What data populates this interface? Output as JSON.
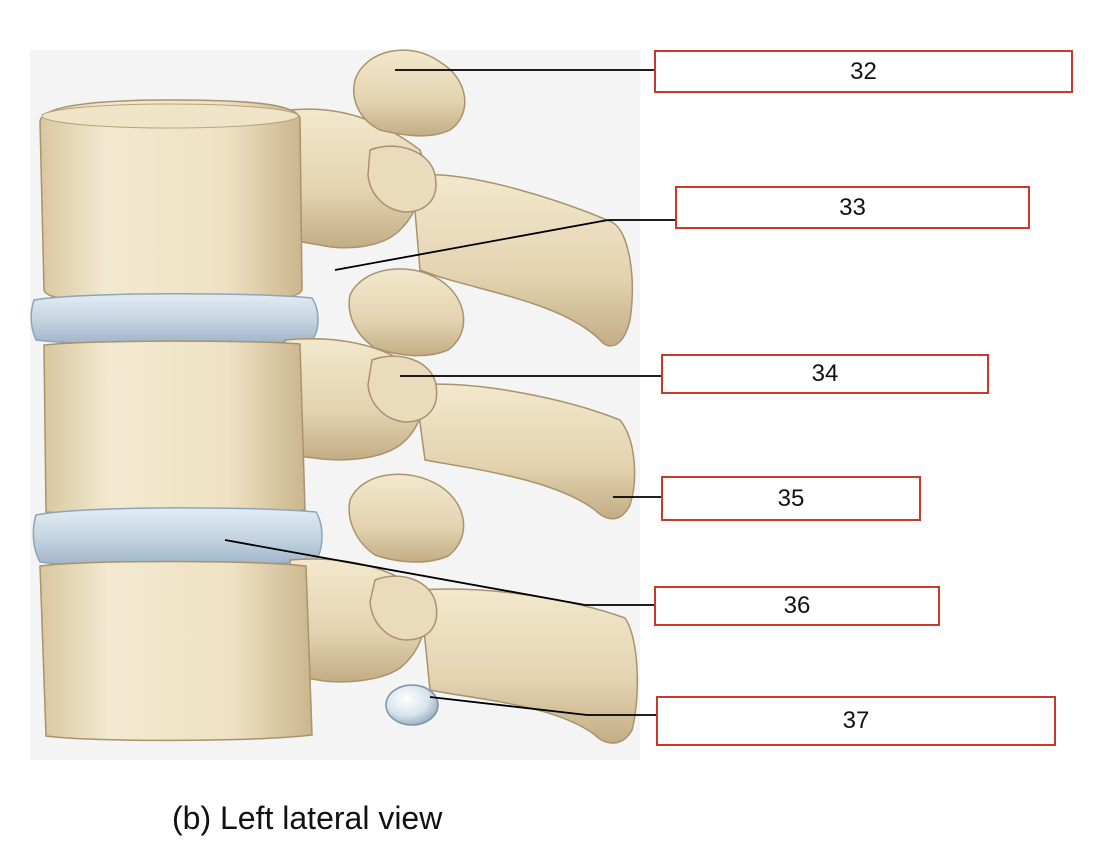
{
  "caption": "(b) Left lateral view",
  "labels": [
    "32",
    "33",
    "34",
    "35",
    "36",
    "37"
  ],
  "colors": {
    "bone_light": "#f1e6cc",
    "bone_mid": "#e2d2ae",
    "bone_shadow": "#c4ae86",
    "bone_dark": "#8e7a58",
    "disc": "#c5d5e2",
    "disc_shadow": "#98afc4",
    "box_border": "#c8392b",
    "leader_line": "#000000"
  }
}
